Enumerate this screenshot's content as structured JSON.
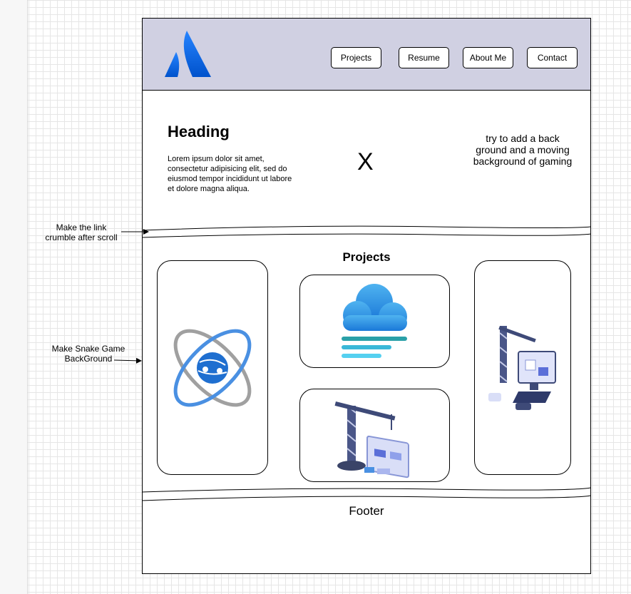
{
  "nav": [
    "Projects",
    "Resume",
    "About Me",
    "Contact"
  ],
  "hero": {
    "heading": "Heading",
    "body": "Lorem ipsum dolor sit amet, consectetur adipisicing elit, sed do eiusmod tempor incididunt ut labore et dolore magna aliqua.",
    "x_mark": "X",
    "note": "try to add a back ground and a moving background of gaming"
  },
  "projects": {
    "title": "Projects",
    "cards": [
      {
        "icon": "atom-globe-icon"
      },
      {
        "icon": "cloud-fog-icon"
      },
      {
        "icon": "crane-web-build-icon"
      },
      {
        "icon": "crane-computer-build-icon"
      }
    ]
  },
  "footer": {
    "label": "Footer"
  },
  "annotations": {
    "link": "Make the link crumble after scroll",
    "snake": "Make Snake Game BackGround"
  },
  "colors": {
    "header_bg": "#d0d0e2",
    "logo_blue": "#2684ff",
    "accent_blue": "#4a90e2"
  }
}
